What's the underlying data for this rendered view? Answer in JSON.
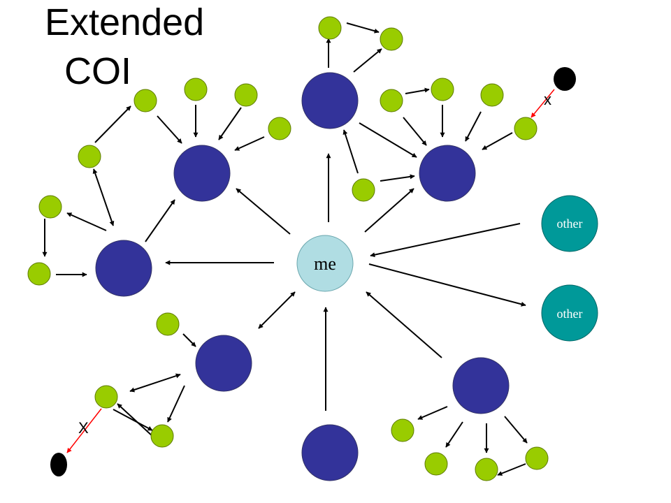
{
  "title": {
    "line1": "Extended",
    "line2": "COI"
  },
  "labels": {
    "me": "me",
    "other_top": "other",
    "other_bottom": "other",
    "cut_top": "x",
    "cut_bottom": "X"
  },
  "colors": {
    "hub": "#33339a",
    "leaf": "#99cc00",
    "me": "#b0dde3",
    "other": "#009999",
    "external": "#000000",
    "cut_edge": "#ff0000",
    "edge": "#000000"
  }
}
